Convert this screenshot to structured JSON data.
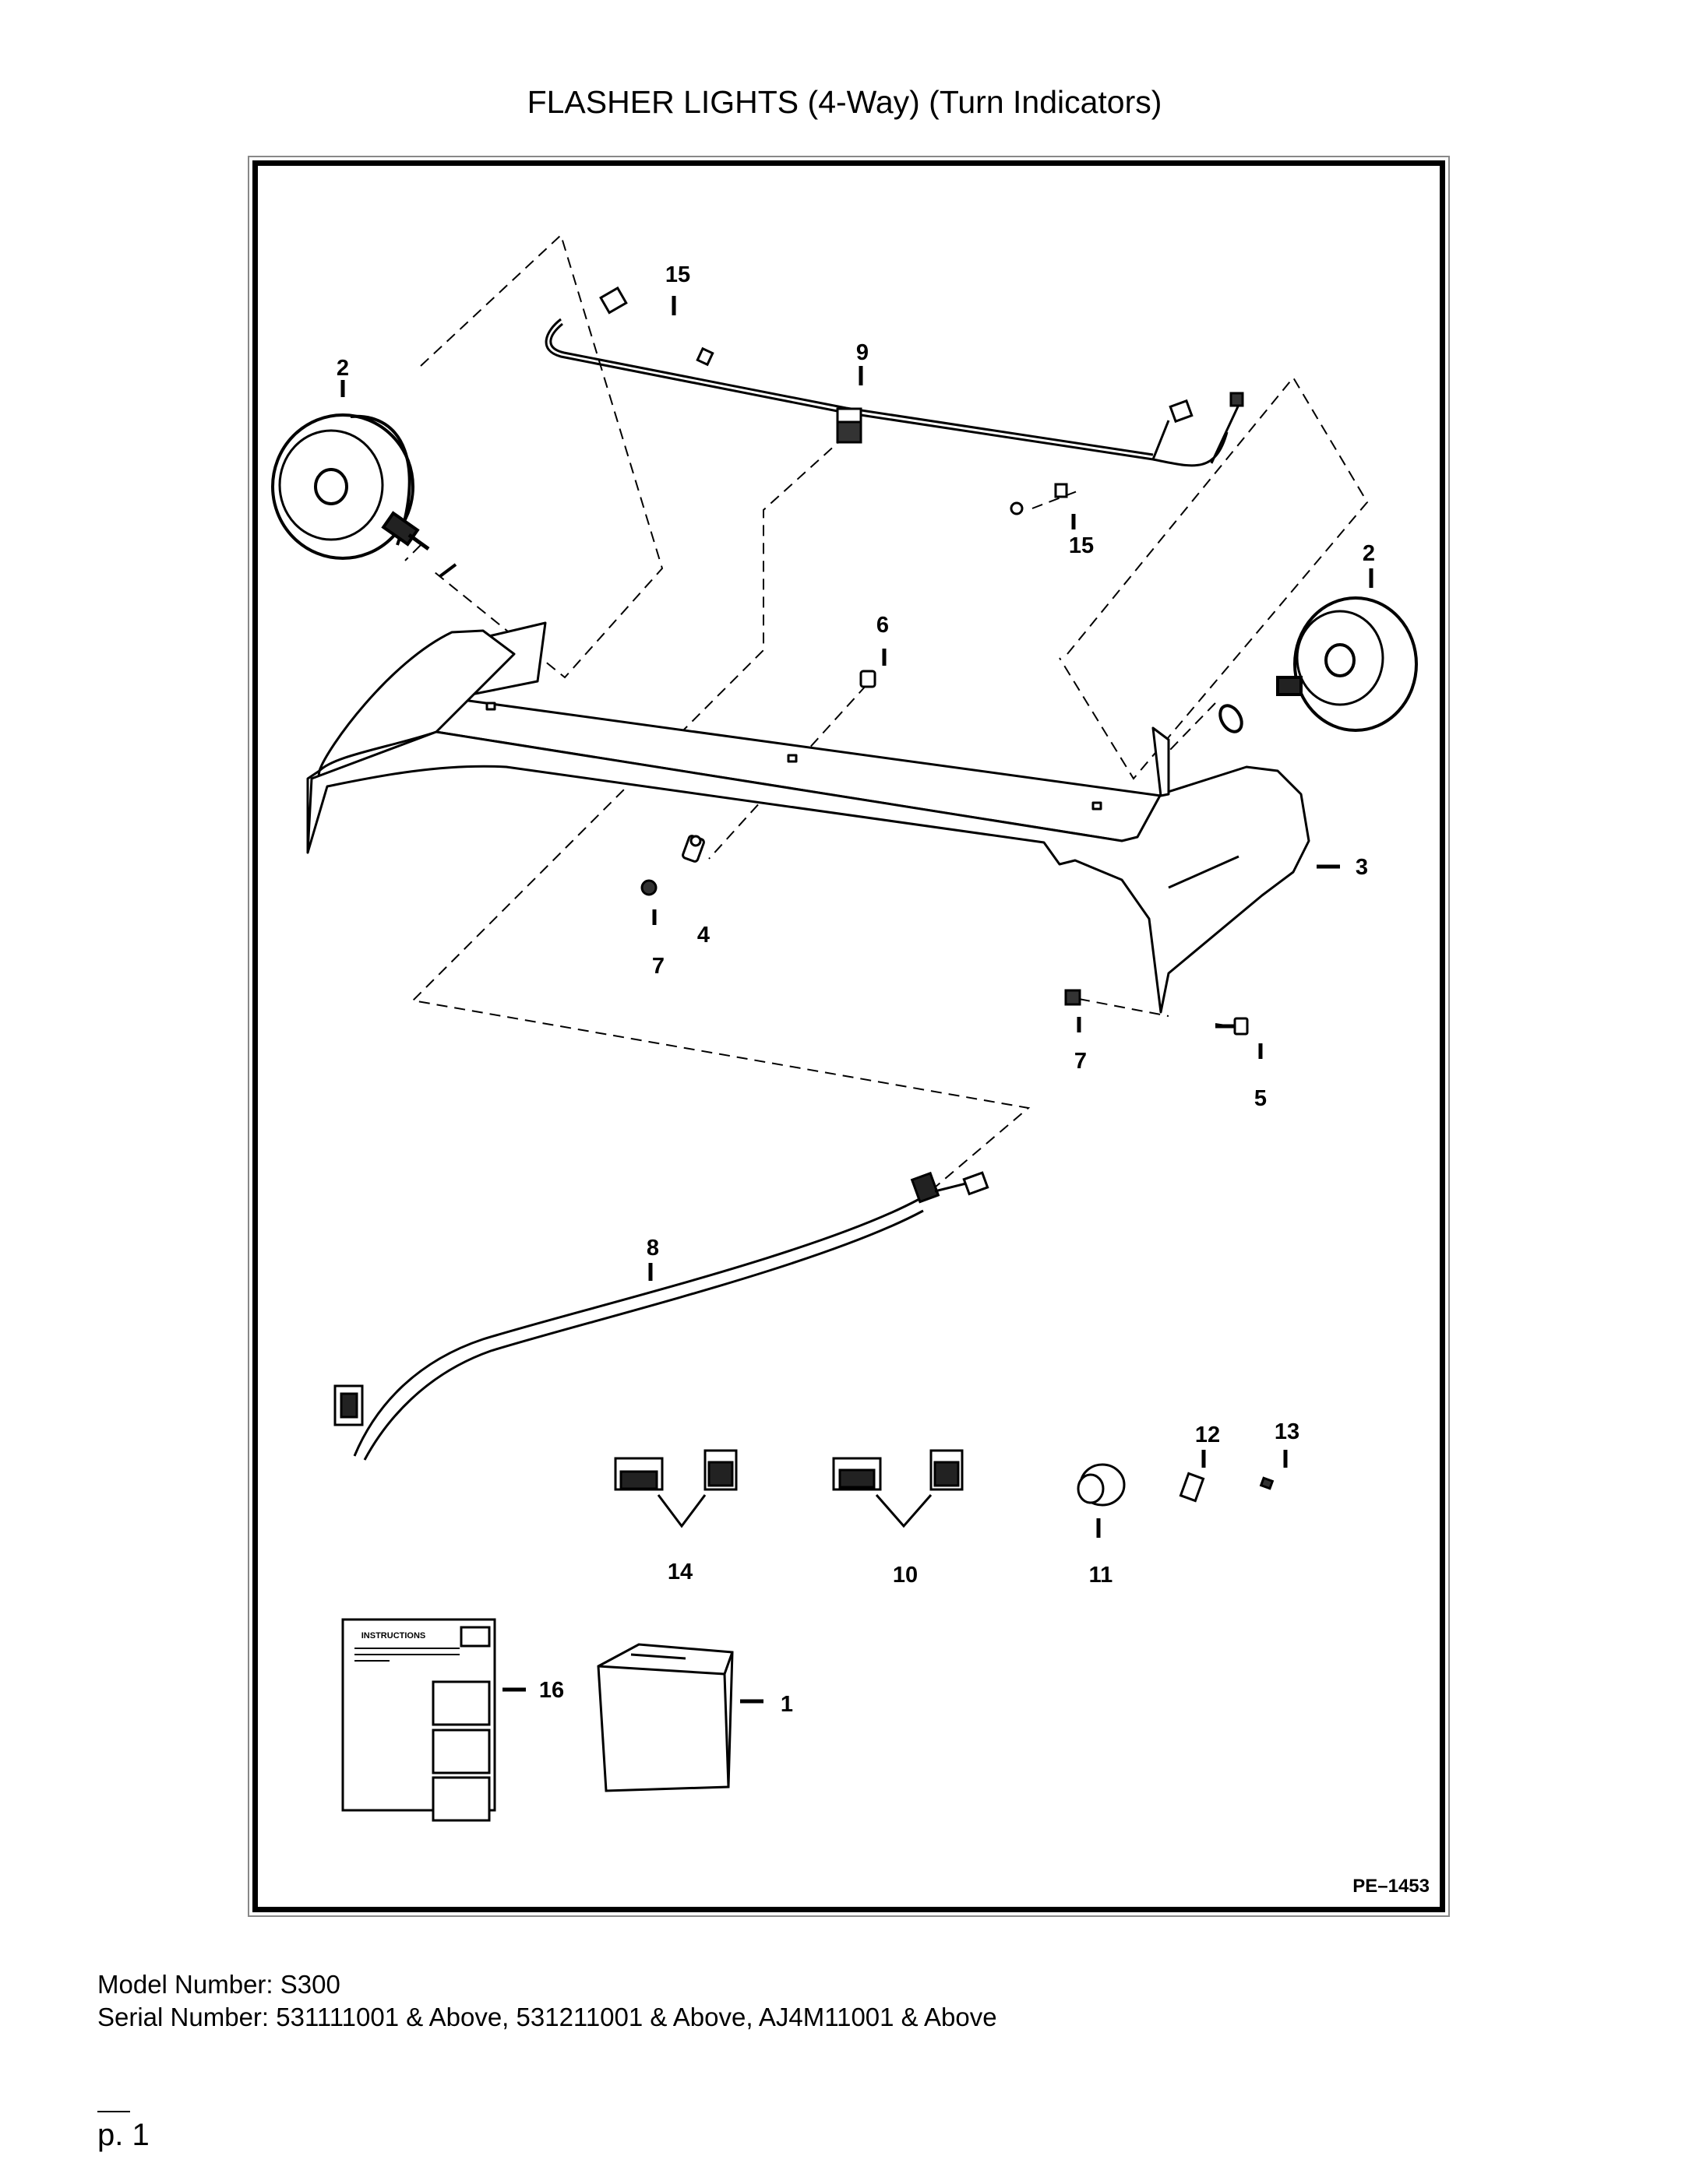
{
  "title": "FLASHER LIGHTS (4-Way) (Turn Indicators)",
  "figure_code": "PE–1453",
  "instructions_label": "INSTRUCTIONS",
  "callouts": {
    "c1": "1",
    "c2a": "2",
    "c2b": "2",
    "c3": "3",
    "c4": "4",
    "c5": "5",
    "c6": "6",
    "c7a": "7",
    "c7b": "7",
    "c8": "8",
    "c9": "9",
    "c10": "10",
    "c11": "11",
    "c12": "12",
    "c13": "13",
    "c14": "14",
    "c15a": "15",
    "c15b": "15",
    "c16": "16"
  },
  "model_line": "Model Number: S300",
  "serial_line": "Serial Number: 531111001 & Above, 531211001 & Above, AJ4M11001 & Above",
  "page_number": "p. 1"
}
